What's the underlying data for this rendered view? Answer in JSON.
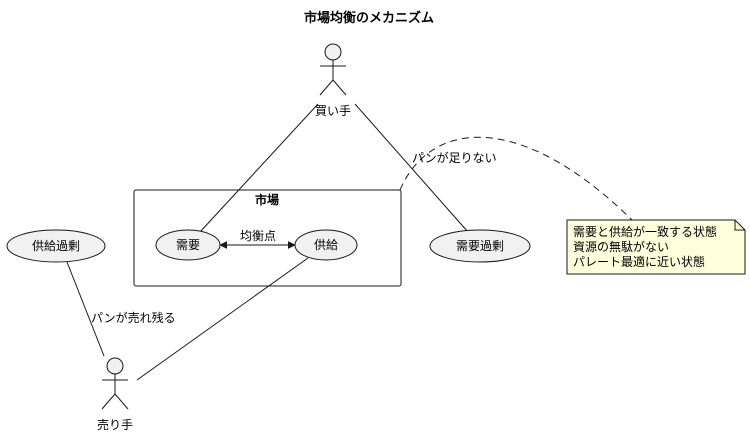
{
  "title": "市場均衡のメカニズム",
  "actors": {
    "buyer": "買い手",
    "seller": "売り手"
  },
  "package": {
    "label": "市場"
  },
  "usecases": {
    "demand": "需要",
    "supply": "供給",
    "excess_supply": "供給過剰",
    "excess_demand": "需要過剰"
  },
  "edges": {
    "equilibrium": "均衡点",
    "bread_short": "パンが足りない",
    "bread_left": "パンが売れ残る"
  },
  "note": {
    "lines": [
      "需要と供給が一致する状態",
      "資源の無駄がない",
      "パレート最適に近い状態"
    ]
  },
  "colors": {
    "usecase_fill": "#f1f1f1",
    "note_fill": "#feffdd",
    "line": "#181818"
  }
}
